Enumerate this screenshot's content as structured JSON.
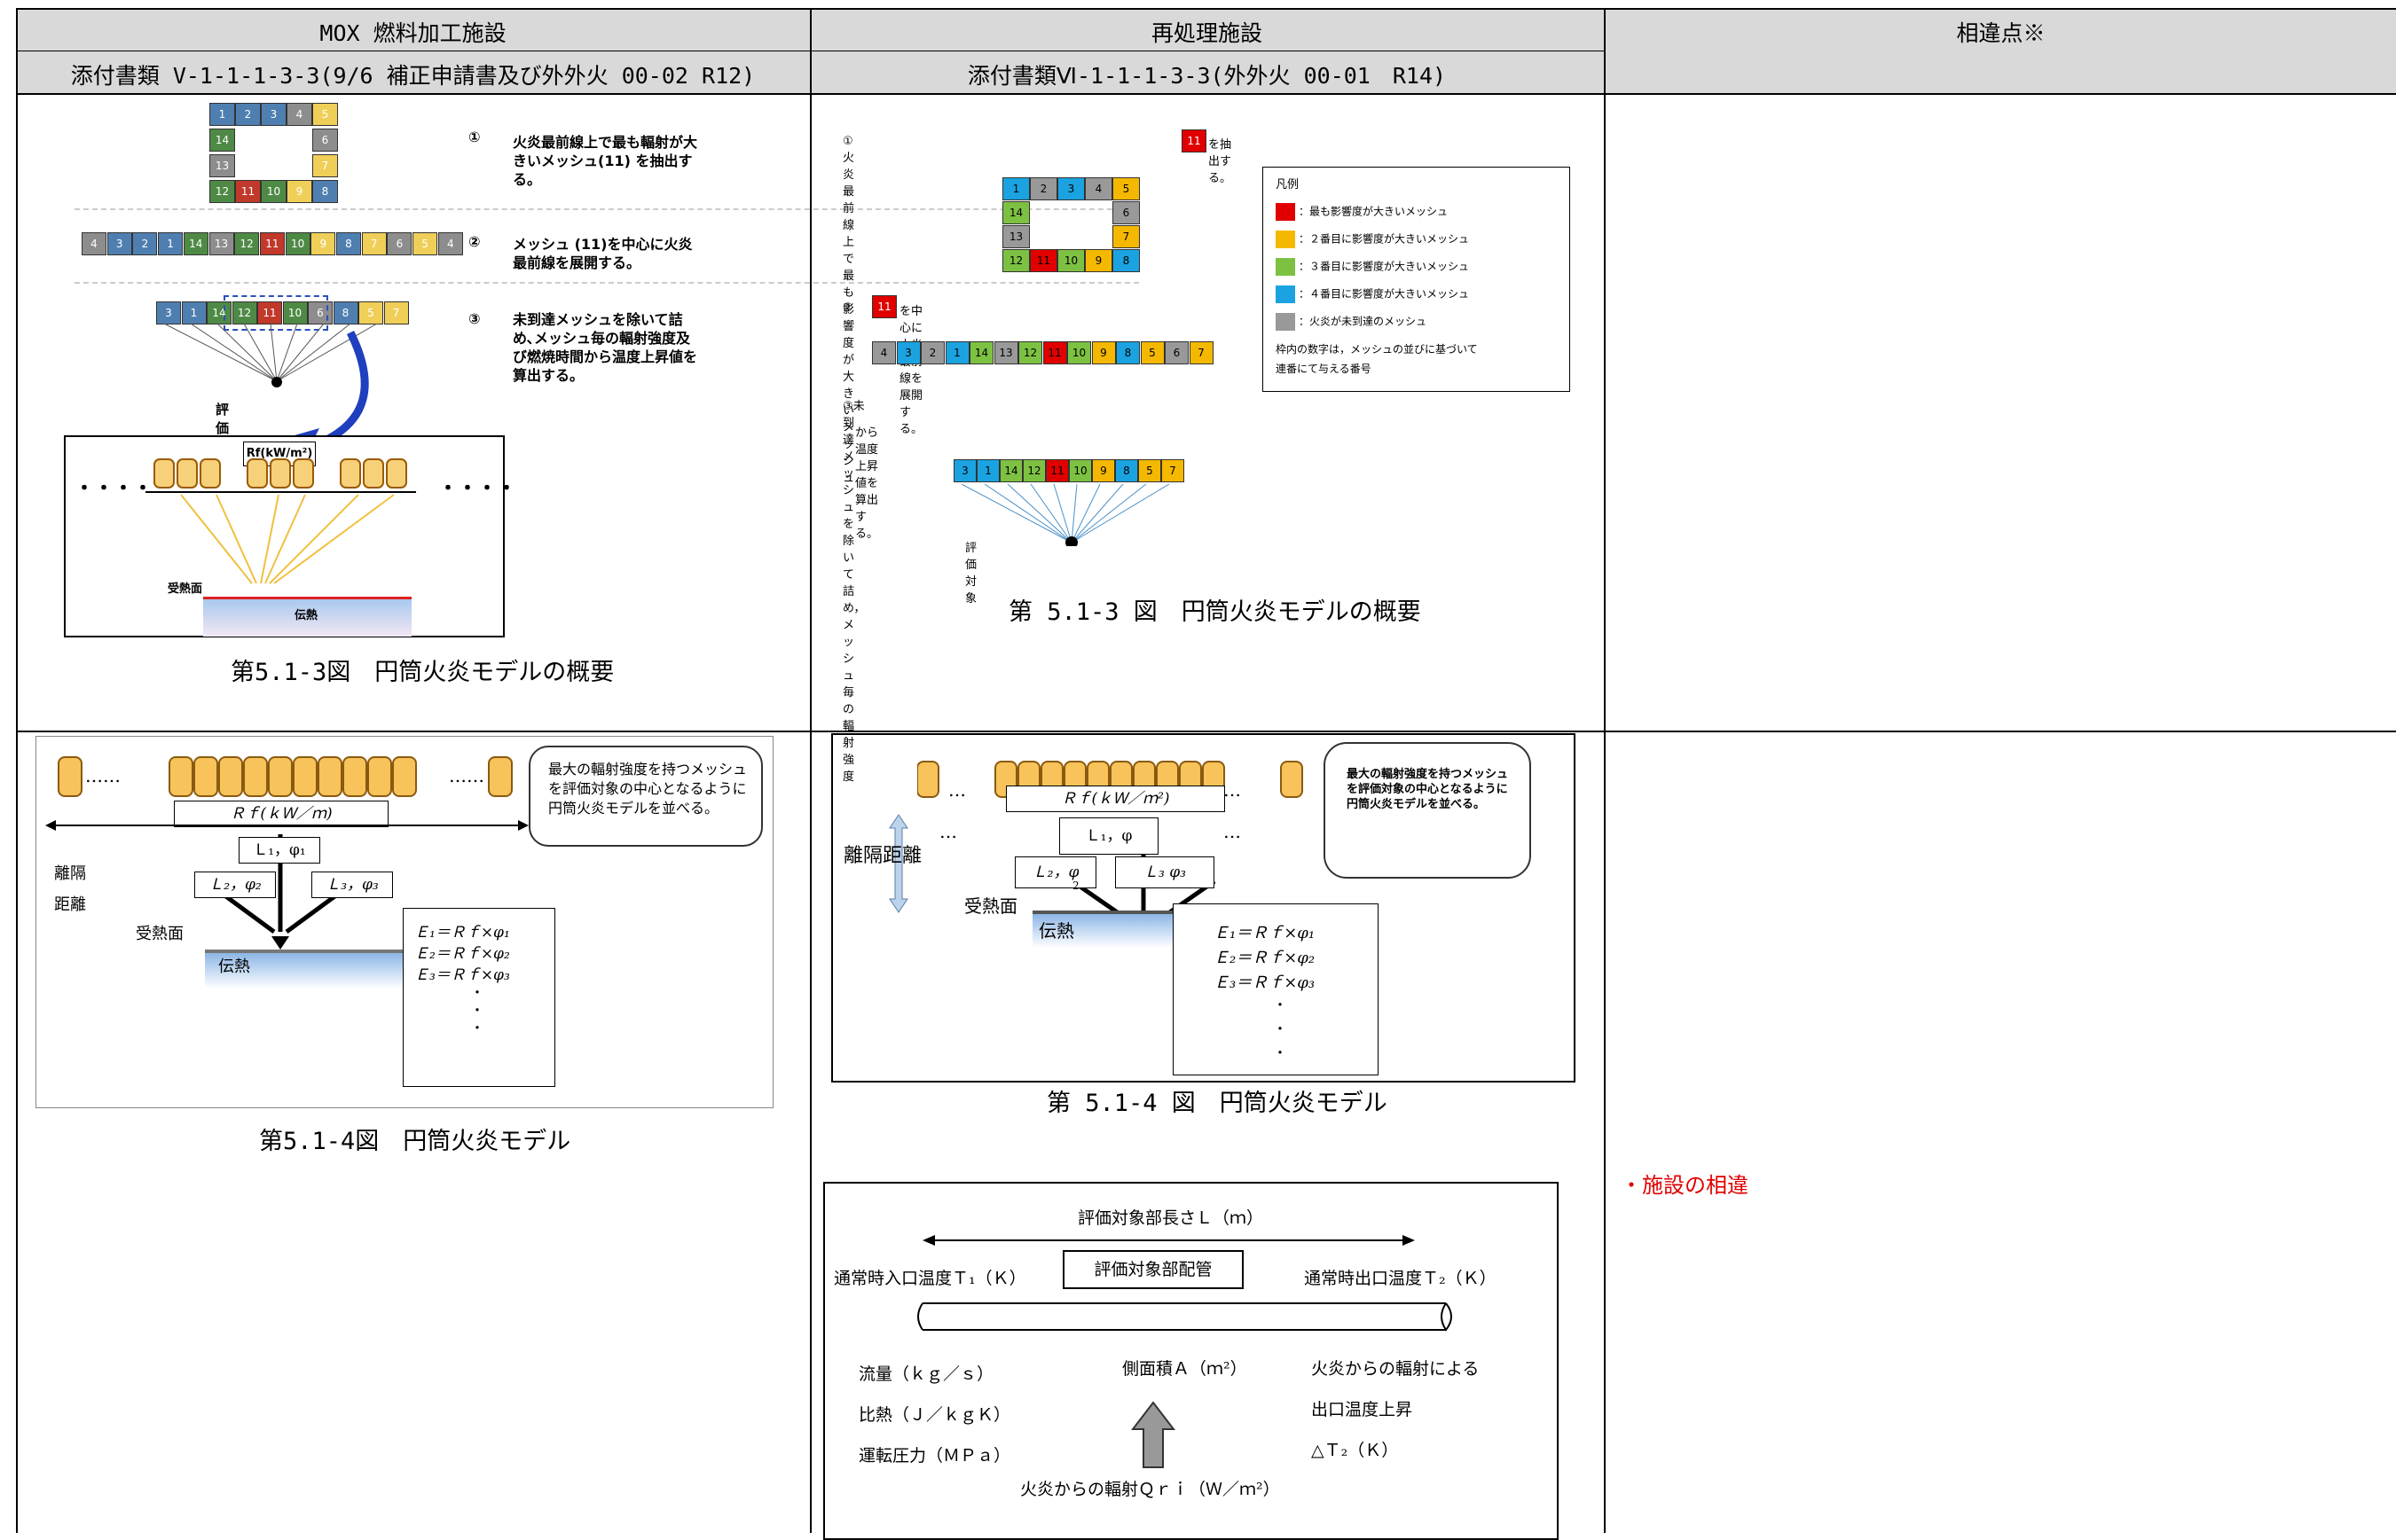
{
  "header": {
    "col1_line1": "MOX 燃料加工施設",
    "col1_line2": "添付書類 V-1-1-1-3-3(9/6 補正申請書及び外外火 00-02 R12)",
    "col2_line1": "再処理施設",
    "col2_line2": "添付書類Ⅵ-1-1-1-3-3(外外火 00-01　R14)",
    "col3_line1": "相違点※"
  },
  "row1": {
    "left": {
      "step1": "①",
      "step1_text": "火炎最前線上で最も輻射が大きいメッシュ(11) を抽出する。",
      "step2": "②",
      "step2_text": "メッシュ (11)を中心に火炎最前線を展開する。",
      "step3": "③",
      "step3_text": "未到達メッシュを除いて詰め､メッシュ毎の輻射強度及び燃焼時間から温度上昇値を算出する。",
      "eval_target": "評価対象",
      "rf_label": "Rf(kW/m²)",
      "receive": "受熱面",
      "heat": "伝熱",
      "dots": "・・・・",
      "caption": "第5.1-3図　円筒火炎モデルの概要",
      "grid_ring": [
        "1",
        "2",
        "3",
        "4",
        "5",
        "14",
        "6",
        "13",
        "7",
        "12",
        "11",
        "10",
        "9",
        "8"
      ],
      "expanded": [
        "4",
        "3",
        "2",
        "1",
        "14",
        "13",
        "12",
        "11",
        "10",
        "9",
        "8",
        "7",
        "6",
        "5",
        "4"
      ],
      "packed": [
        "3",
        "1",
        "14",
        "12",
        "11",
        "10",
        "6",
        "8",
        "5",
        "7"
      ]
    },
    "right": {
      "step1_text": "①火炎最前線上で最も影響度が大きいメッシュ",
      "step1_num": "11",
      "step1_tail": "を抽出する。",
      "step2_num": "11",
      "step2_prefix": "②",
      "step2_text": "を中心に火炎最前線を展開する。",
      "step3_line1": "③未到達メッシュを除いて詰め，メッシュ毎の輻射強度",
      "step3_line2": "から温度上昇値を算出する。",
      "eval_target": "評価対象",
      "legend": {
        "title": "凡例",
        "items": [
          {
            "text": "：最も影響度が大きいメッシュ",
            "color": "#e00000"
          },
          {
            "text": "：２番目に影響度が大きいメッシュ",
            "color": "#f5b800"
          },
          {
            "text": "：３番目に影響度が大きいメッシュ",
            "color": "#7dc142"
          },
          {
            "text": "：４番目に影響度が大きいメッシュ",
            "color": "#1aa3e0"
          },
          {
            "text": "：火炎が未到達のメッシュ",
            "color": "#999999"
          }
        ],
        "note1": "枠内の数字は，メッシュの並びに基づいて",
        "note2": "連番にて与える番号"
      },
      "grid": [
        "1",
        "2",
        "3",
        "4",
        "5",
        "14",
        "6",
        "13",
        "7",
        "12",
        "11",
        "10",
        "9",
        "8"
      ],
      "expanded": [
        "4",
        "3",
        "2",
        "1",
        "14",
        "13",
        "12",
        "11",
        "10",
        "9",
        "8",
        "5",
        "6",
        "7"
      ],
      "packed": [
        "3",
        "1",
        "14",
        "12",
        "11",
        "10",
        "9",
        "8",
        "5",
        "7"
      ],
      "caption": "第 5.1-3 図　円筒火炎モデルの概要"
    }
  },
  "row2": {
    "left": {
      "dots": "……",
      "rf": "Ｒｆ(ｋＷ／ｍ)",
      "l1": "Ｌ₁，φ₁",
      "l2": "Ｌ₂，φ₂",
      "l3": "Ｌ₃，φ₃",
      "sep": "離隔",
      "sep2": "距離",
      "receive": "受熱面",
      "heat": "伝熱",
      "e1": "Ｅ₁＝Ｒｆ×φ₁",
      "e2": "Ｅ₂＝Ｒｆ×φ₂",
      "e3": "Ｅ₃＝Ｒｆ×φ₃",
      "callout": "最大の輻射強度を持つメッシュを評価対象の中心となるように円筒火炎モデルを並べる。",
      "caption": "第5.1-4図　円筒火炎モデル"
    },
    "right": {
      "dots": "…",
      "rf": "Ｒｆ(ｋＷ／ｍ²)",
      "l1": "Ｌ₁，φ",
      "l2": "Ｌ₂，φ",
      "l2sub": "2",
      "l3": "Ｌ₃ φ₃",
      "sep": "離隔距離",
      "receive": "受熱面",
      "heat": "伝熱",
      "e1": "Ｅ₁＝Ｒｆ×φ₁",
      "e2": "Ｅ₂＝Ｒｆ×φ₂",
      "e3": "Ｅ₃＝Ｒｆ×φ₃",
      "callout": "最大の輻射強度を持つメッシュを評価対象の中心となるように円筒火炎モデルを並べる。",
      "caption": "第 5.1-4 図　円筒火炎モデル"
    },
    "diff": "・施設の相違",
    "diff_color": "#e00000"
  },
  "pipe": {
    "length": "評価対象部長さＬ（ｍ）",
    "pipe_label": "評価対象部配管",
    "inlet": "通常時入口温度Ｔ₁（Ｋ）",
    "outlet": "通常時出口温度Ｔ₂（Ｋ）",
    "flow": "流量（ｋｇ／ｓ）",
    "heat_cap": "比熱（Ｊ／ｋｇＫ）",
    "pressure": "運転圧力（ＭＰａ）",
    "area": "側面積Ａ（ｍ²）",
    "rad1": "火炎からの輻射による",
    "rad2": "出口温度上昇",
    "rad3": "△Ｔ₂（Ｋ）",
    "qri": "火炎からの輻射Ｑｒｉ（Ｗ／ｍ²）"
  }
}
